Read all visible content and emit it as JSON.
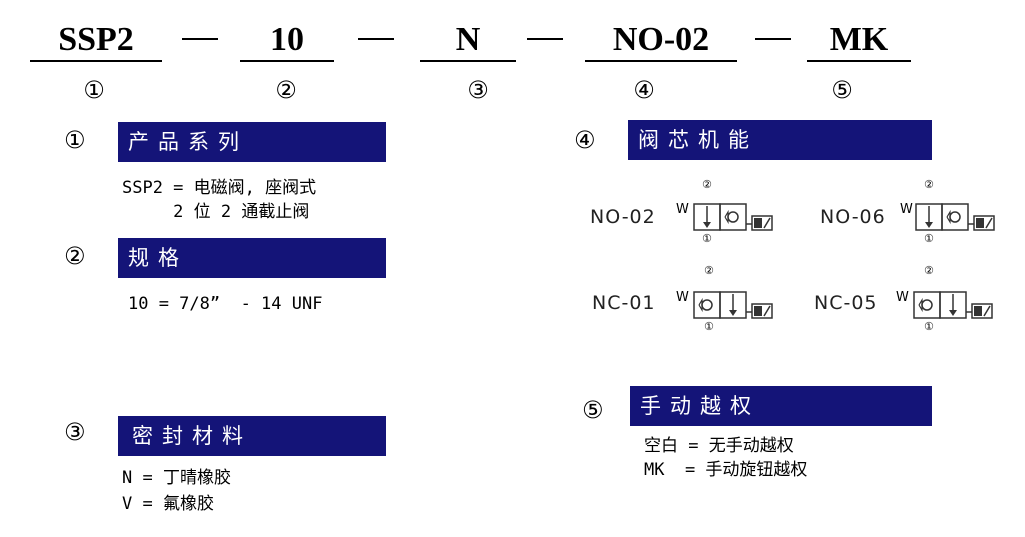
{
  "code_row": {
    "segments": [
      "SSP2",
      "10",
      "N",
      "NO-02",
      "MK"
    ],
    "markers": [
      "①",
      "②",
      "③",
      "④",
      "⑤"
    ]
  },
  "sections": {
    "s1": {
      "num": "①",
      "title": "产品系列",
      "lines": [
        "SSP2 = 电磁阀, 座阀式",
        "     2 位 2 通截止阀"
      ]
    },
    "s2": {
      "num": "②",
      "title": "规格",
      "lines": [
        "10 = 7/8”  - 14 UNF"
      ]
    },
    "s3": {
      "num": "③",
      "title": "密封材料",
      "lines": [
        "N = 丁晴橡胶",
        "V = 氟橡胶"
      ]
    },
    "s4": {
      "num": "④",
      "title": "阀芯机能",
      "valves": [
        "NO-02",
        "NO-06",
        "NC-01",
        "NC-05"
      ]
    },
    "s5": {
      "num": "⑤",
      "title": "手动越权",
      "lines": [
        "空白 = 无手动越权",
        "MK  = 手动旋钮越权"
      ]
    }
  },
  "symbol_text": {
    "port_top": "②",
    "port_bottom": "①",
    "spring": "W"
  }
}
